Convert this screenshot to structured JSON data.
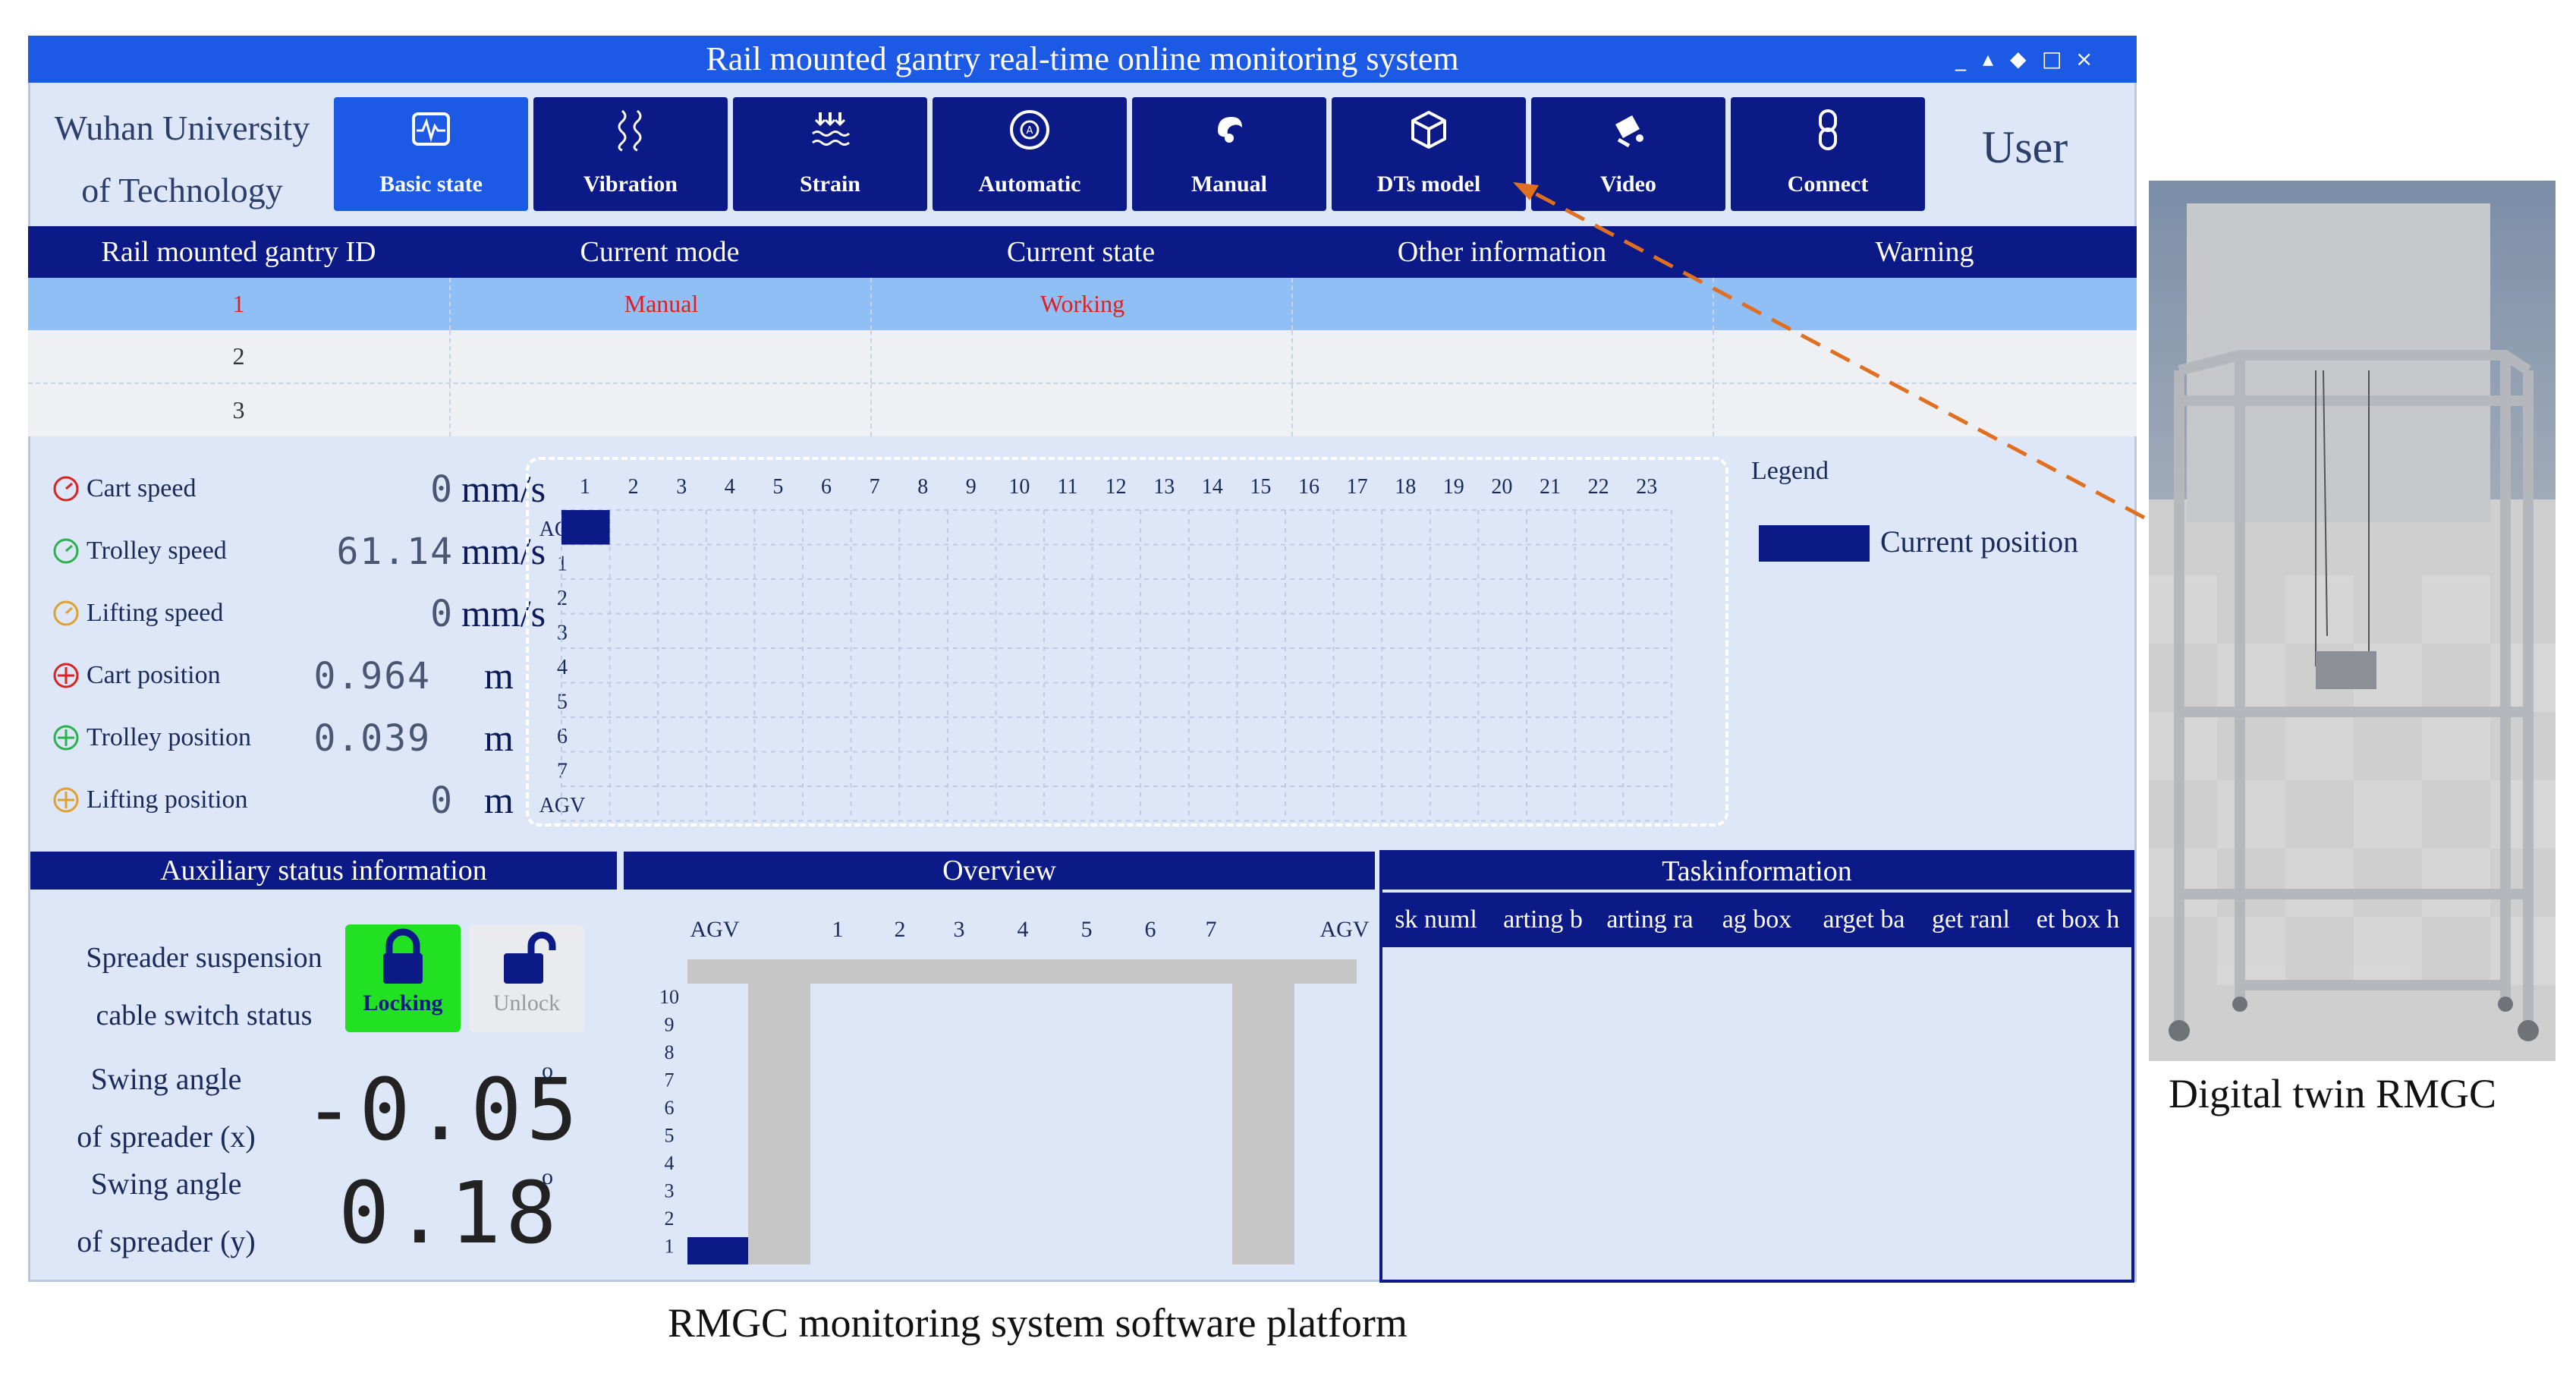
{
  "window": {
    "title": "Rail mounted gantry real-time online monitoring system",
    "controls": [
      "_",
      "▴",
      "◆",
      "□",
      "×"
    ]
  },
  "org": {
    "line1": "Wuhan University",
    "line2": "of Technology"
  },
  "nav": [
    {
      "label": "Basic state",
      "icon": "waveform-icon"
    },
    {
      "label": "Vibration",
      "icon": "vibration-icon"
    },
    {
      "label": "Strain",
      "icon": "strain-icon"
    },
    {
      "label": "Automatic",
      "icon": "automatic-icon"
    },
    {
      "label": "Manual",
      "icon": "manual-icon"
    },
    {
      "label": "DTs model",
      "icon": "cube-icon"
    },
    {
      "label": "Video",
      "icon": "camera-icon"
    },
    {
      "label": "Connect",
      "icon": "link-icon"
    }
  ],
  "user": "User",
  "table": {
    "headers": [
      "Rail mounted gantry ID",
      "Current mode",
      "Current state",
      "Other information",
      "Warning"
    ],
    "rows": [
      [
        "1",
        "Manual",
        "Working",
        "",
        ""
      ],
      [
        "2",
        "",
        "",
        "",
        ""
      ],
      [
        "3",
        "",
        "",
        "",
        ""
      ]
    ]
  },
  "status": [
    {
      "label": "Cart speed",
      "value": "0",
      "unit": "mm/s",
      "color": "#d22"
    },
    {
      "label": "Trolley speed",
      "value": "61.14",
      "unit": "mm/s",
      "color": "#2bb24c"
    },
    {
      "label": "Lifting speed",
      "value": "0",
      "unit": "mm/s",
      "color": "#e0a030"
    },
    {
      "label": "Cart position",
      "value": "0.964",
      "unit": "m",
      "color": "#d22"
    },
    {
      "label": "Trolley position",
      "value": "0.039",
      "unit": "m",
      "color": "#2bb24c"
    },
    {
      "label": "Lifting position",
      "value": "0",
      "unit": "m",
      "color": "#e0a030"
    }
  ],
  "grid": {
    "columns": [
      "1",
      "2",
      "3",
      "4",
      "5",
      "6",
      "7",
      "8",
      "9",
      "10",
      "11",
      "12",
      "13",
      "14",
      "15",
      "16",
      "17",
      "18",
      "19",
      "20",
      "21",
      "22",
      "23"
    ],
    "rows": [
      "AGV",
      "1",
      "2",
      "3",
      "4",
      "5",
      "6",
      "7",
      "AGV"
    ],
    "current_position": {
      "row": "AGV",
      "column": "1"
    }
  },
  "legend": {
    "title": "Legend",
    "item": "Current position",
    "color": "#0b1a86"
  },
  "aux": {
    "header": "Auxiliary status information",
    "switch_label_1": "Spreader suspension",
    "switch_label_2": "cable switch status",
    "locking": "Locking",
    "unlock": "Unlock",
    "swing_x_1": "Swing angle",
    "swing_x_2": "of spreader (x)",
    "swing_x_value": "-0.05",
    "swing_y_1": "Swing angle",
    "swing_y_2": "of spreader (y)",
    "swing_y_value": "0.18",
    "degree": "o"
  },
  "overview": {
    "header": "Overview",
    "top_labels": [
      "AGV",
      "1",
      "2",
      "3",
      "4",
      "5",
      "6",
      "7",
      "AGV"
    ],
    "y_labels": [
      "10",
      "9",
      "8",
      "7",
      "6",
      "5",
      "4",
      "3",
      "2",
      "1"
    ]
  },
  "task": {
    "header": "Taskinformation",
    "columns": [
      "sk numl",
      "arting b",
      "arting ra",
      "ag box",
      "arget ba",
      "get ranl",
      "et box h"
    ]
  },
  "captions": {
    "left": "RMGC monitoring system software platform",
    "right": "Digital twin RMGC"
  },
  "colors": {
    "accent": "#1c5ae6",
    "navy": "#0b1a86",
    "selected_row": "#8fbff5",
    "lock_green": "#22e022",
    "arrow": "#e07020"
  }
}
